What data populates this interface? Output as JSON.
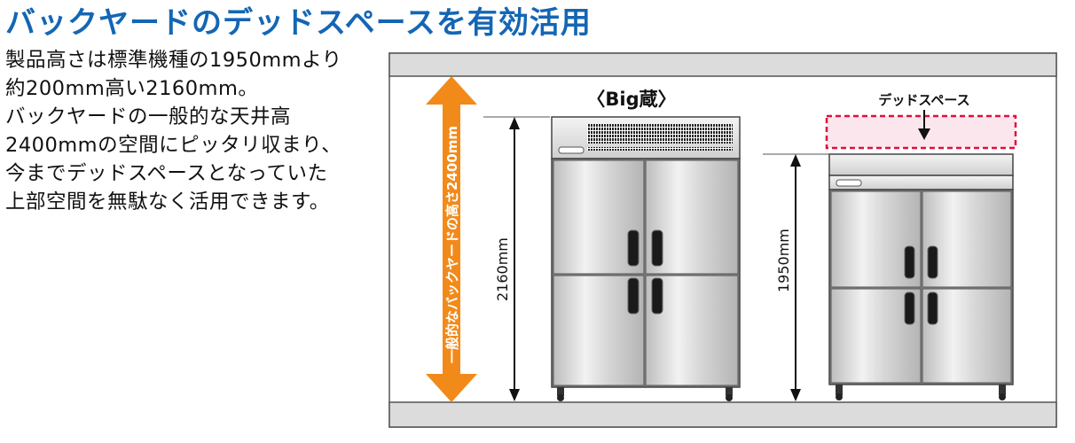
{
  "heading": "バックヤードのデッドスペースを有効活用",
  "body_lines": [
    "製品高さは標準機種の1950mmより",
    "約200mm高い2160mm。",
    "バックヤードの一般的な天井高",
    "2400mmの空間にピッタリ収まり、",
    "今までデッドスペースとなっていた",
    "上部空間を無駄なく活用できます。"
  ],
  "diagram": {
    "ceiling_arrow_label": "一般的なバックヤードの高さ2400mm",
    "big_model_title": "〈Big蔵〉",
    "big_height_label": "2160mm",
    "standard_height_label": "1950mm",
    "dead_space_label": "デッドスペース"
  },
  "colors": {
    "heading": "#1466b4",
    "ceiling_arrow": "#f28a1a",
    "dead_space_border": "#e0103a",
    "dead_space_fill": "#fbe6ee",
    "ceiling_floor": "#dcdcdc"
  }
}
